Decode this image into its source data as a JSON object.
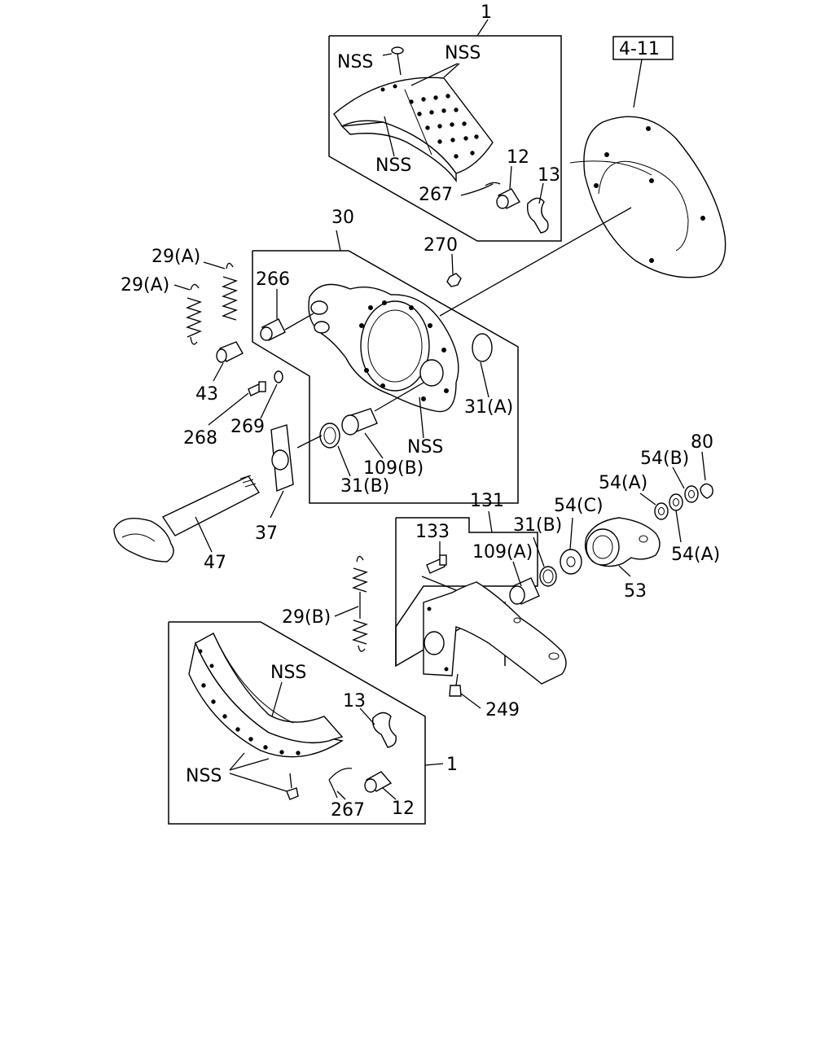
{
  "callouts": {
    "shoe_top": "1",
    "shoe_bottom": "1",
    "ref_section": "4-11",
    "nss_1": "NSS",
    "nss_2": "NSS",
    "nss_3": "NSS",
    "nss_4": "NSS",
    "nss_5": "NSS",
    "nss_6": "NSS",
    "p12_top": "12",
    "p12_bottom": "12",
    "p13_top": "13",
    "p13_bottom": "13",
    "p267_top": "267",
    "p267_bottom": "267",
    "p30": "30",
    "p270": "270",
    "p29a_1": "29(A)",
    "p29a_2": "29(A)",
    "p266": "266",
    "p43": "43",
    "p268": "268",
    "p269": "269",
    "p31a": "31(A)",
    "p109b": "109(B)",
    "p31b_1": "31(B)",
    "p37": "37",
    "p47": "47",
    "p131": "131",
    "p133": "133",
    "p31b_2": "31(B)",
    "p109a": "109(A)",
    "p54c": "54(C)",
    "p54a_1": "54(A)",
    "p54b": "54(B)",
    "p80": "80",
    "p54a_2": "54(A)",
    "p53": "53",
    "p29b": "29(B)",
    "p249": "249"
  }
}
